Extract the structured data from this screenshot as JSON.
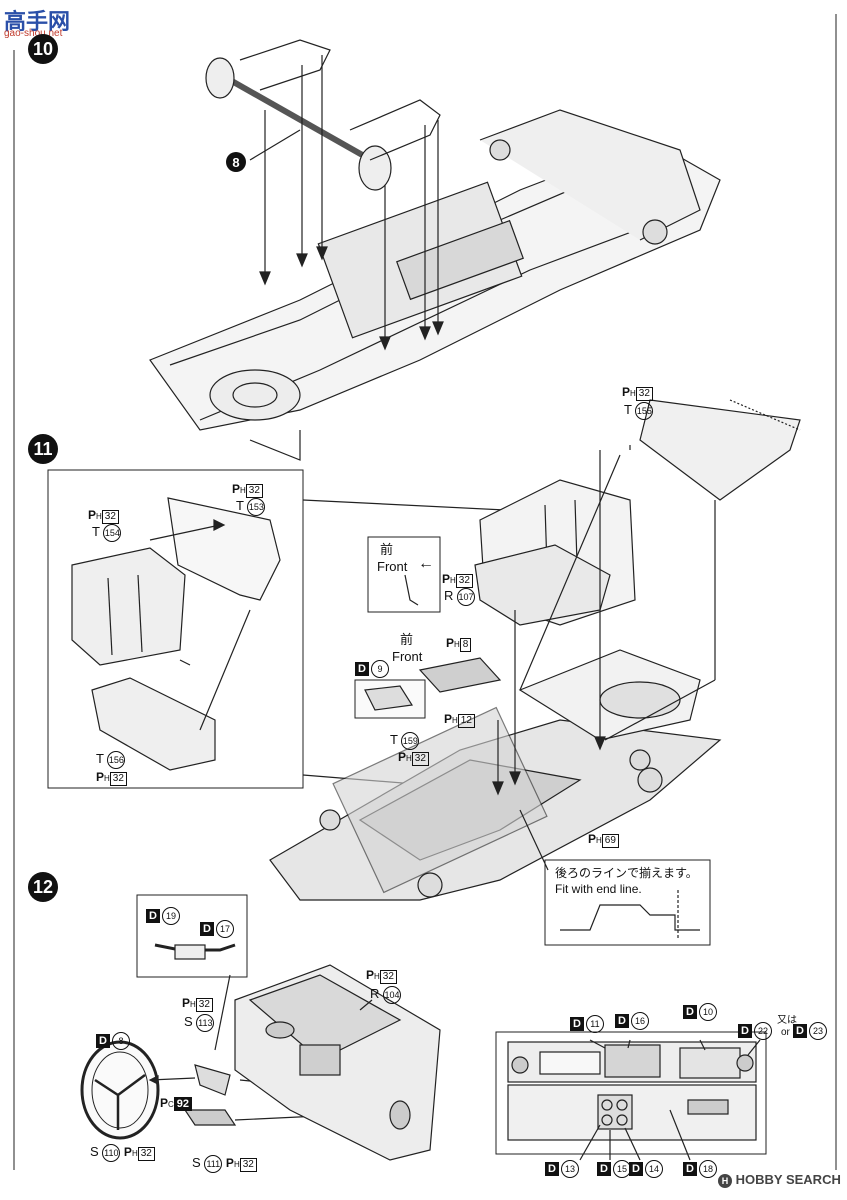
{
  "watermark": {
    "site_cn": "高手网",
    "site_url": "gao-shou.net",
    "hobby_search": "HOBBY SEARCH",
    "hobby_prefix": "H"
  },
  "steps": [
    {
      "number": "10"
    },
    {
      "number": "11"
    },
    {
      "number": "12"
    }
  ],
  "step10": {
    "part_callout": "8"
  },
  "step11": {
    "ph_prefix": "P",
    "ph_sub": "H",
    "ph32": "32",
    "ph8": "8",
    "ph12": "12",
    "ph69": "69",
    "t_prefix": "T",
    "r_prefix": "R",
    "t155": "155",
    "t154": "154",
    "t153": "153",
    "t156": "156",
    "t159": "159",
    "r107": "107",
    "d_prefix": "D",
    "d9": "9",
    "front_jp": "前",
    "front_en": "Front",
    "front_arrow": "←",
    "note_jp": "後ろのラインで揃えます。",
    "note_en": "Fit with end line."
  },
  "step12": {
    "d19": "19",
    "d17": "17",
    "d8": "8",
    "d11": "11",
    "d16": "16",
    "d10": "10",
    "d22": "22",
    "d23": "23",
    "d13": "13",
    "d15": "15",
    "d14": "14",
    "d18": "18",
    "or_jp": "又は",
    "or_en": "or",
    "s113": "113",
    "s110": "110",
    "s111": "111",
    "r104": "104",
    "pc_prefix": "P",
    "pc_sub": "C",
    "pc92": "92",
    "s_prefix": "S"
  }
}
